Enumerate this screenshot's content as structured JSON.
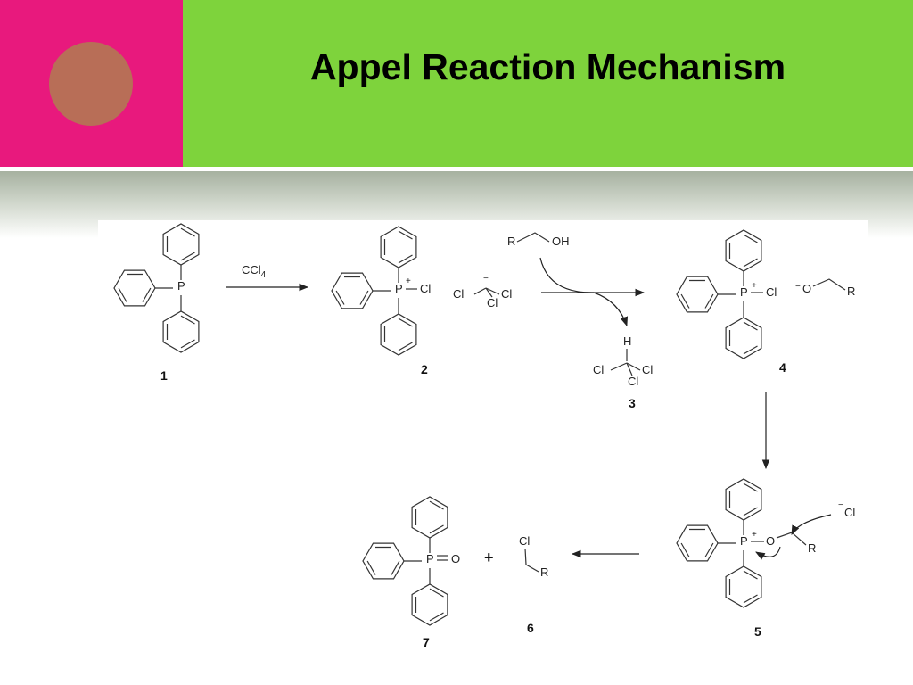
{
  "slide": {
    "title": "Appel Reaction Mechanism",
    "accent_colors": {
      "pink": "#e8197d",
      "green": "#7ed33c",
      "circle": "#b86e57"
    }
  },
  "scheme": {
    "reagent_1_to_2": "CCl",
    "reagent_1_to_2_subscript": "4",
    "alcohol": {
      "r": "R",
      "oh": "OH"
    },
    "compounds": {
      "c1": {
        "number": "1",
        "center_atom": "P"
      },
      "c2": {
        "number": "2",
        "center_atom": "P",
        "charge": "+",
        "substituent": "Cl"
      },
      "anion": {
        "charge": "−",
        "cl_left": "Cl",
        "cl_right": "Cl",
        "cl_bottom": "Cl"
      },
      "c3": {
        "number": "3",
        "h": "H",
        "cl_left": "Cl",
        "cl_right": "Cl",
        "cl_bottom": "Cl"
      },
      "c4": {
        "number": "4",
        "center_atom": "P",
        "charge": "+",
        "counter": "Cl",
        "alkoxide_charge": "−",
        "o": "O",
        "r": "R"
      },
      "c5": {
        "number": "5",
        "center_atom": "P",
        "charge": "+",
        "o": "O",
        "r": "R",
        "chloride_charge": "−",
        "chloride": "Cl"
      },
      "c6": {
        "number": "6",
        "cl": "Cl",
        "r": "R"
      },
      "c7": {
        "number": "7",
        "p": "P",
        "o": "O"
      }
    },
    "plus_sign": "+"
  }
}
